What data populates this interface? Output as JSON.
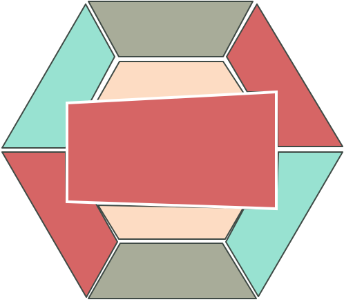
{
  "colors": {
    "background": "#ffffff",
    "outline": "#3f4a45",
    "separator": "#ffffff",
    "gray_trapezoid": "#a8ac99",
    "teal_piece": "#98e2d1",
    "red_piece": "#d66565",
    "peach_piece": "#fddcc3",
    "center_red": "#d66565"
  },
  "pieces": [
    {
      "name": "top-gray-trapezoid",
      "color_key": "gray_trapezoid"
    },
    {
      "name": "bottom-gray-trapezoid",
      "color_key": "gray_trapezoid"
    },
    {
      "name": "upper-left-teal-piece",
      "color_key": "teal_piece"
    },
    {
      "name": "upper-right-red-piece",
      "color_key": "red_piece"
    },
    {
      "name": "lower-left-red-piece",
      "color_key": "red_piece"
    },
    {
      "name": "lower-right-teal-piece",
      "color_key": "teal_piece"
    },
    {
      "name": "upper-peach-piece",
      "color_key": "peach_piece"
    },
    {
      "name": "lower-peach-piece",
      "color_key": "peach_piece"
    },
    {
      "name": "center-red-quadrilateral",
      "color_key": "center_red"
    }
  ]
}
